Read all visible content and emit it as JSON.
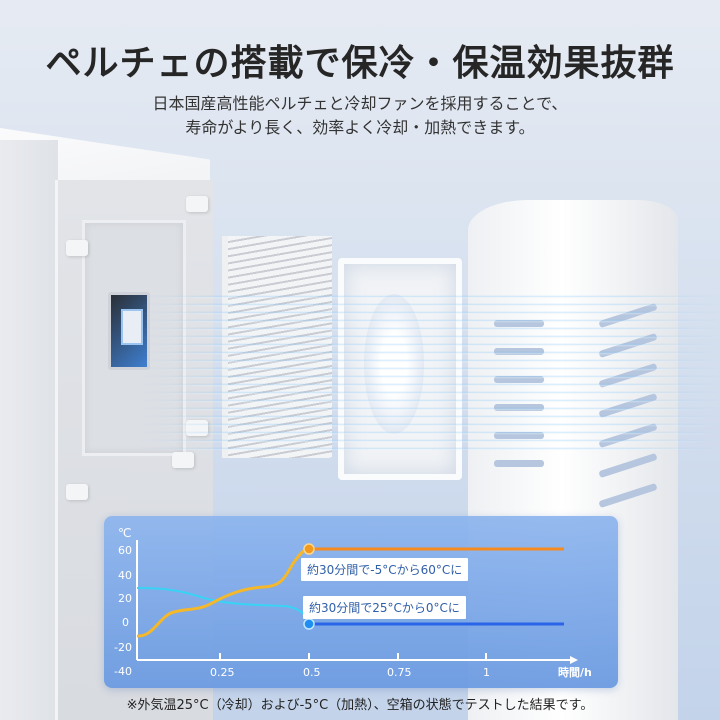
{
  "header": {
    "title": "ペルチェの搭載で保冷・保温効果抜群",
    "subtitle_lines": [
      "日本国産高性能ペルチェと冷却ファンを採用することで、",
      "寿命がより長く、効率よく冷却・加熱できます。"
    ]
  },
  "chart_data": {
    "type": "line",
    "title": "",
    "xlabel": "時間/h",
    "ylabel": "℃",
    "xlim": [
      0,
      1.25
    ],
    "ylim": [
      -40,
      60
    ],
    "x_ticks": [
      "0.25",
      "0.5",
      "0.75",
      "1"
    ],
    "y_ticks": [
      "60",
      "40",
      "20",
      "0",
      "-20",
      "-40"
    ],
    "grid": false,
    "legend": null,
    "series": [
      {
        "name": "加熱",
        "color": "#f5b82a",
        "x": [
          0,
          0.05,
          0.1,
          0.15,
          0.2,
          0.25,
          0.3,
          0.35,
          0.4,
          0.45,
          0.5,
          0.75,
          1.0,
          1.15
        ],
        "values": [
          -5,
          5,
          10,
          12,
          17,
          23,
          25,
          26,
          32,
          50,
          60,
          60,
          60,
          60
        ]
      },
      {
        "name": "冷却",
        "color": "#38d3f5",
        "x": [
          0,
          0.05,
          0.1,
          0.15,
          0.2,
          0.25,
          0.3,
          0.35,
          0.4,
          0.45,
          0.5,
          0.75,
          1.0,
          1.15
        ],
        "values": [
          28,
          28,
          26,
          22,
          18,
          17,
          16,
          15,
          10,
          4,
          0,
          0,
          0,
          0
        ]
      }
    ],
    "annotations": [
      {
        "text": "約30分間で-5°Cから60°Cに",
        "x": 0.5,
        "y": 60,
        "series": "加熱"
      },
      {
        "text": "約30分間で25°Cから0°Cに",
        "x": 0.5,
        "y": 0,
        "series": "冷却"
      }
    ]
  },
  "chart": {
    "unit_label": "℃",
    "x_axis_label": "時間/h",
    "y_ticks": [
      "60",
      "40",
      "20",
      "0",
      "-20",
      "-40"
    ],
    "x_ticks": [
      "0.25",
      "0.5",
      "0.75",
      "1"
    ],
    "heating_callout": "約30分間で-5°Cから60°Cに",
    "cooling_callout": "約30分間で25°Cから0°Cに",
    "colors": {
      "heating": "#f5b82a",
      "heating_dot": "#f39a1e",
      "cooling": "#38d3f5",
      "cooling_dot": "#1e8ff0",
      "panel": "#7fa8e6"
    }
  },
  "footnote": "※外気温25°C（冷却）および-5°C（加熱）、空箱の状態でテストした結果です。"
}
